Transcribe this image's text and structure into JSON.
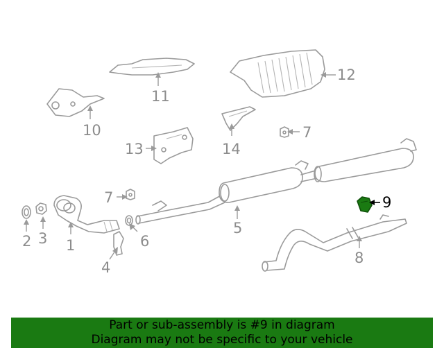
{
  "diagram": {
    "callouts": {
      "c1": "1",
      "c2": "2",
      "c3": "3",
      "c4": "4",
      "c5": "5",
      "c6": "6",
      "c7a": "7",
      "c7b": "7",
      "c8": "8",
      "c9": "9",
      "c10": "10",
      "c11": "11",
      "c12": "12",
      "c13": "13",
      "c14": "14"
    },
    "highlighted_part": "9",
    "highlight_color": "#1a7a12"
  },
  "banner": {
    "line1": "Part or sub-assembly is #9 in diagram",
    "line2": "Diagram may not be specific to your vehicle",
    "background": "#1a7a12"
  }
}
